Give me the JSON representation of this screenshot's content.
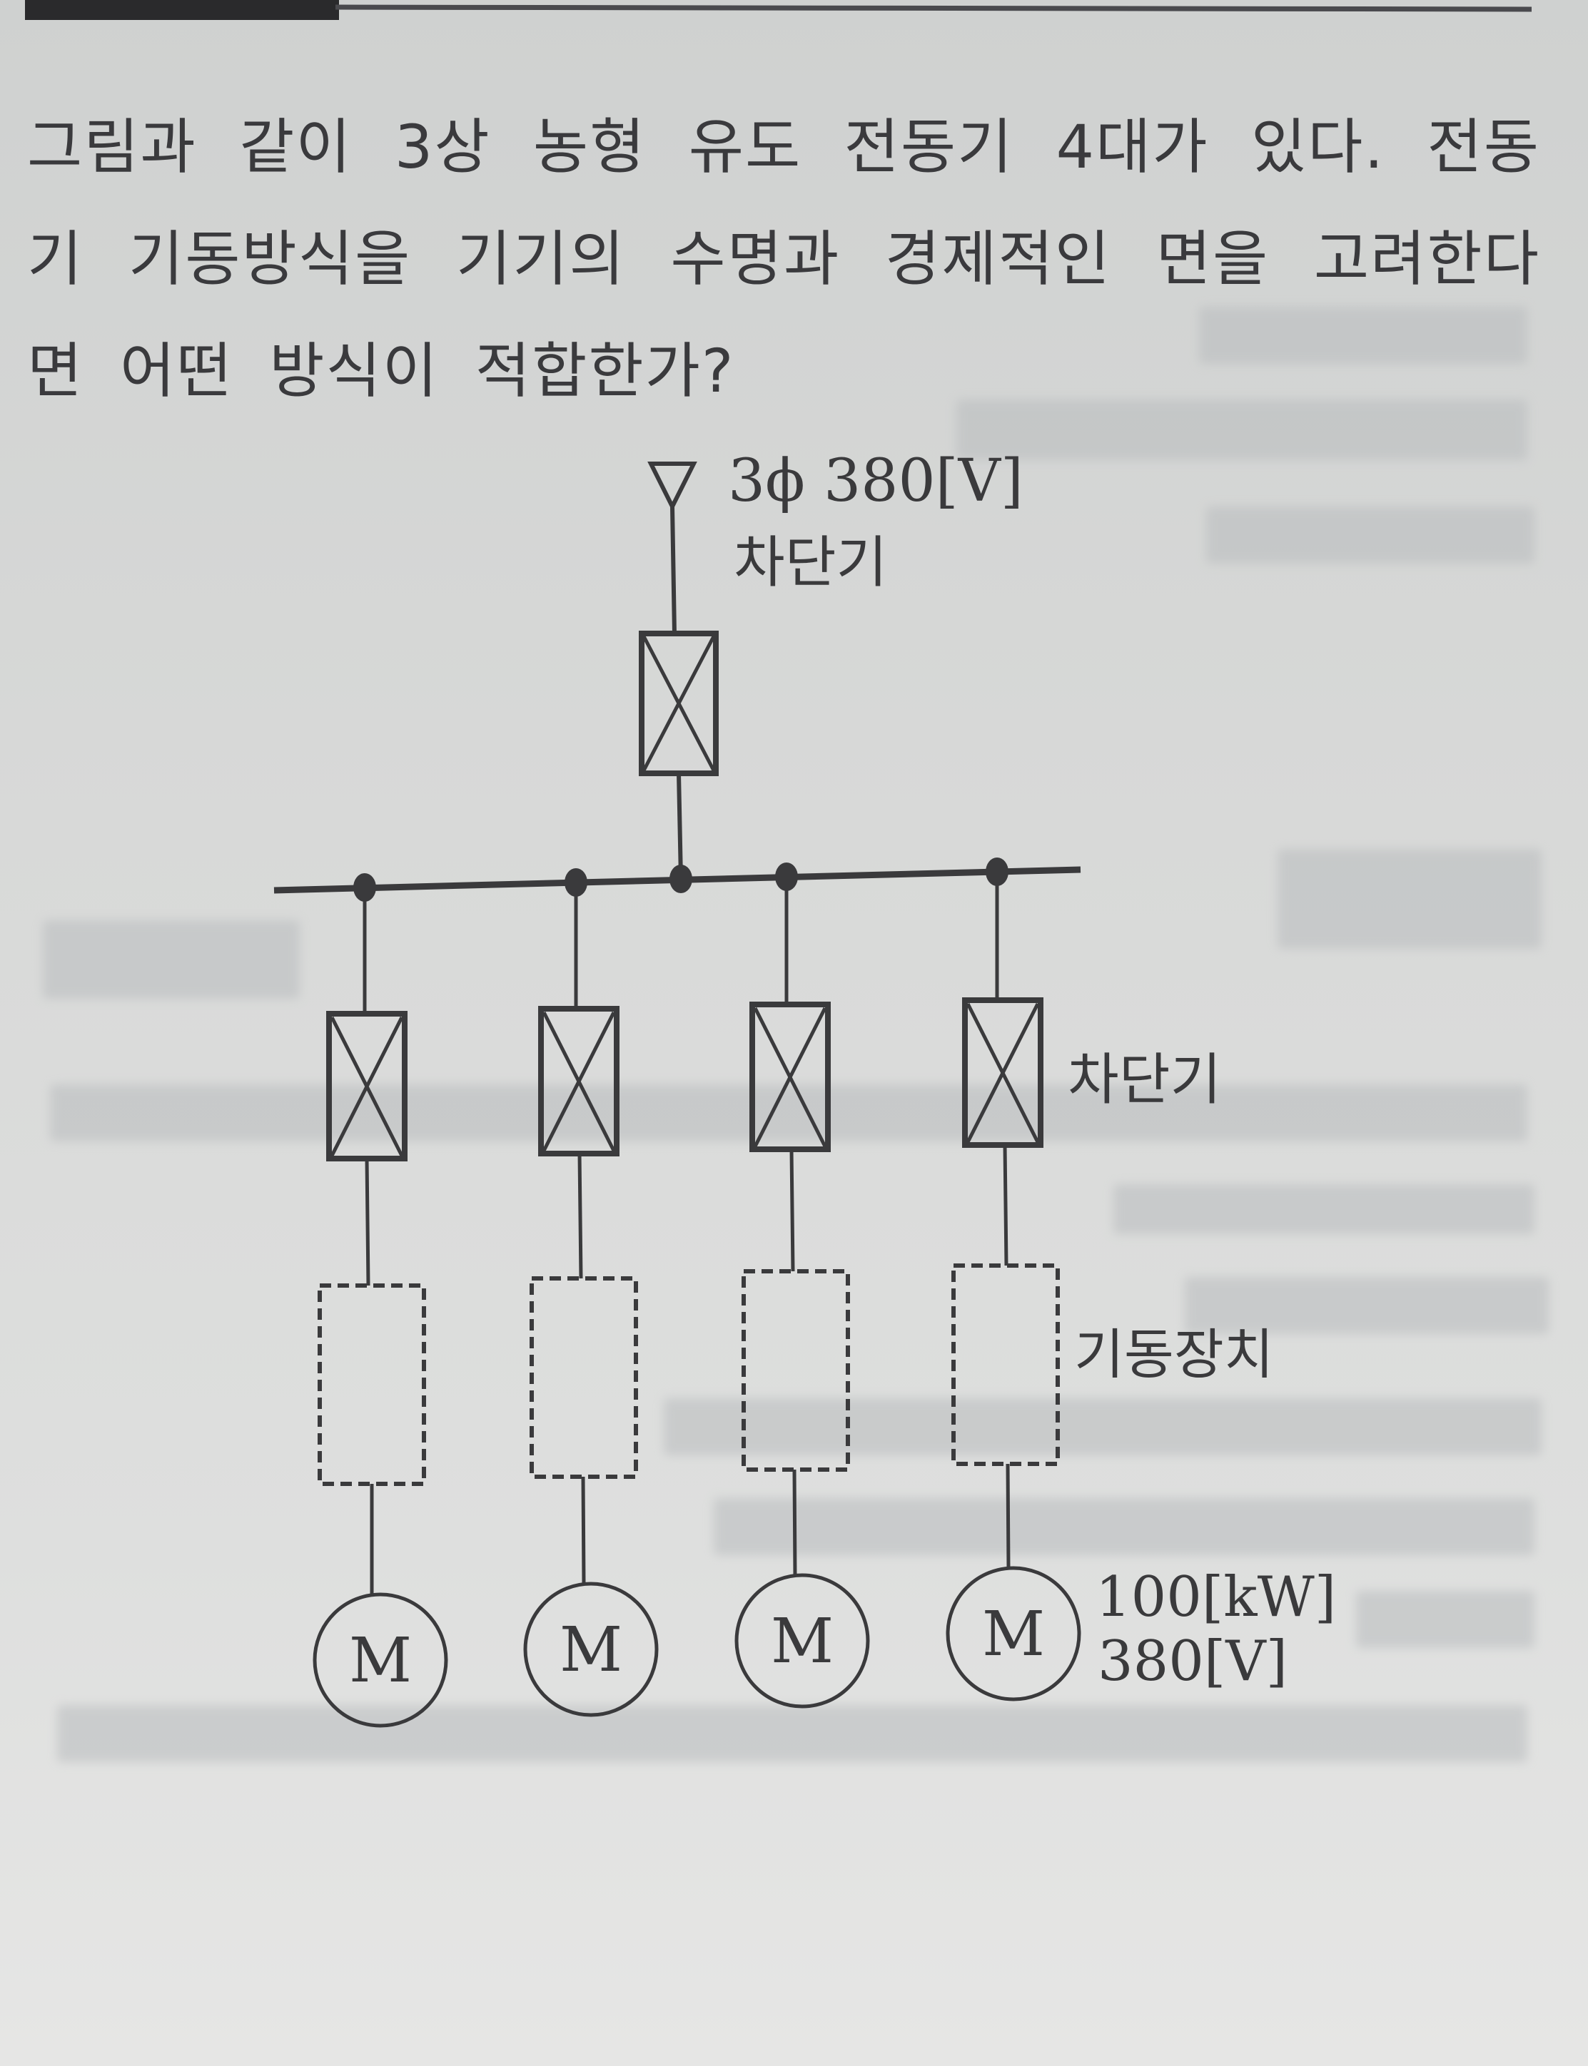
{
  "question": {
    "text": "그림과 같이 3상 농형 유도 전동기 4대가 있다. 전동기 기동방식을 기기의 수명과 경제적인 면을 고려한다면 어떤 방식이 적합한가?"
  },
  "diagram": {
    "source_label": "3ϕ 380[V]",
    "main_breaker_label": "차단기",
    "branch_breaker_label": "차단기",
    "starter_label": "기동장치",
    "motor_symbol": "M",
    "motor_count": 4,
    "motor_rating_power": "100[kW]",
    "motor_rating_voltage": "380[V]",
    "colors": {
      "ink": "#3a3a3c",
      "paper": "#d8d9d8"
    }
  }
}
